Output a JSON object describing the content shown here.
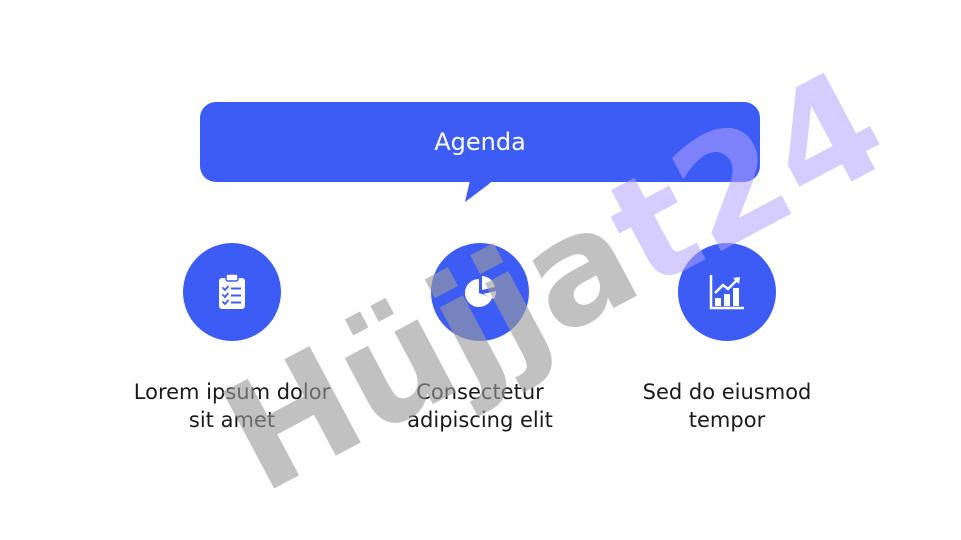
{
  "title": "Agenda",
  "items": [
    {
      "label_line1": "Lorem ipsum dolor",
      "label_line2": "sit amet",
      "icon": "clipboard-checklist-icon"
    },
    {
      "label_line1": "Consectetur",
      "label_line2": "adipiscing elit",
      "icon": "pie-chart-icon"
    },
    {
      "label_line1": "Sed do eiusmod",
      "label_line2": "tempor",
      "icon": "growth-chart-icon"
    }
  ],
  "watermark": {
    "text": "Hüjjat24",
    "colors": [
      "#9b9b9b",
      "#b3a2ff"
    ]
  },
  "colors": {
    "accent": "#3d5cf5",
    "text": "#1a1a1a",
    "background": "#ffffff"
  }
}
